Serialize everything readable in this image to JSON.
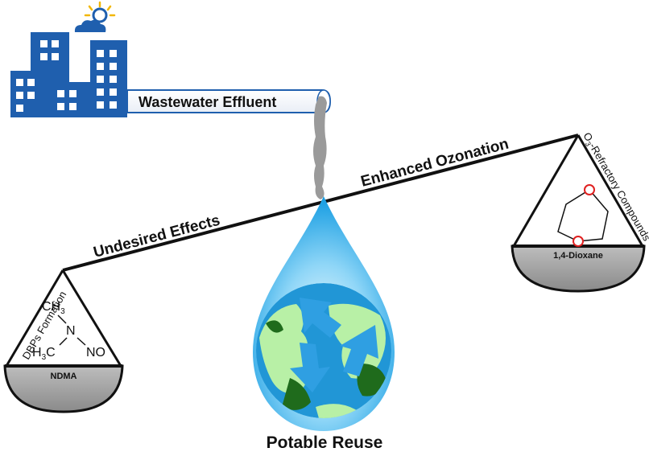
{
  "diagram": {
    "pipe_label": "Wastewater Effluent",
    "beam_left_label": "Undesired Effects",
    "beam_right_label": "Enhanced Ozonation",
    "left_pan": {
      "side_label": "DBPs Formation",
      "compound_name": "NDMA",
      "atom_top": "CH",
      "atom_top_sub": "3",
      "atom_center": "N",
      "atom_left": "H",
      "atom_left_sub": "3",
      "atom_left_tail": "C",
      "atom_right": "NO"
    },
    "right_pan": {
      "side_label_prefix": "O",
      "side_label_sub": "3",
      "side_label_rest": "-Refractory Compounds",
      "compound_name": "1,4-Dioxane"
    },
    "center_label": "Potable Reuse"
  },
  "colors": {
    "building_blue": "#1f5fae",
    "drop_blue": "#1da7e8",
    "ocean_blue": "#2196d6",
    "land_light": "#b8f0a6",
    "land_dark": "#1f6b1c",
    "pan_gray": "#a9a9a9",
    "pipe_gray": "#9a9a9a",
    "oxygen_red": "#e02020",
    "sun_yellow": "#f2b705"
  },
  "icons": [
    "city-buildings-icon",
    "sun-cloud-icon",
    "recycle-arrows-icon",
    "earth-globe-icon"
  ]
}
